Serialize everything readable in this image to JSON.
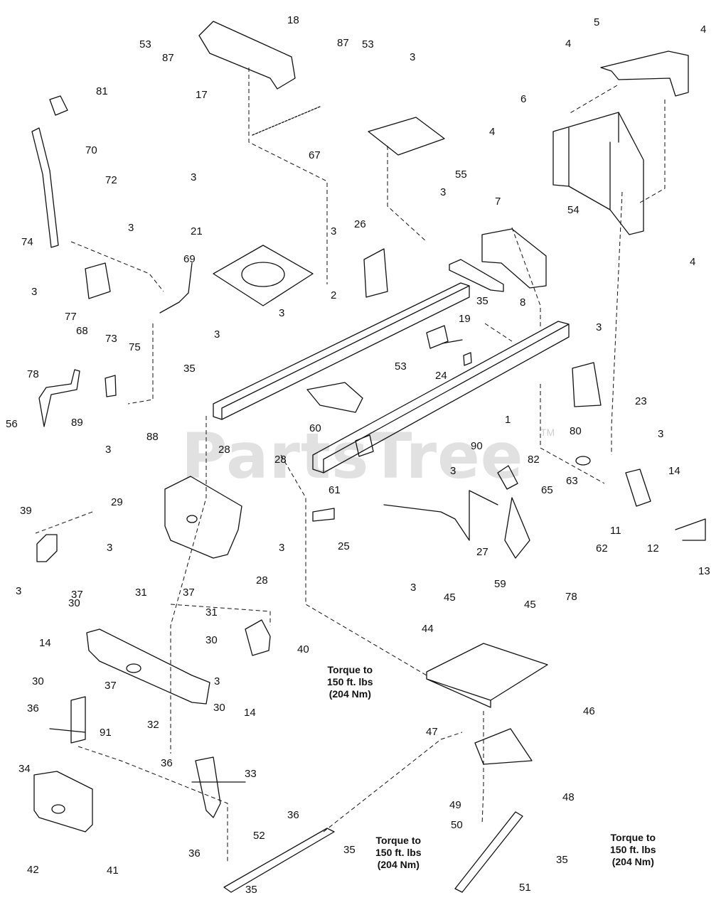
{
  "watermark": "PartsTree",
  "trademark": "TM",
  "torque_notes": [
    [
      "Torque to",
      "150 ft. lbs",
      "(204 Nm)"
    ],
    [
      "Torque to",
      "150 ft. lbs",
      "(204 Nm)"
    ],
    [
      "Torque to",
      "150 ft. lbs",
      "(204 Nm)"
    ]
  ],
  "labels": {
    "l53a": "53",
    "l87a": "87",
    "l18": "18",
    "l87b": "87",
    "l53b": "53",
    "l17": "17",
    "l67": "67",
    "l81": "81",
    "l70": "70",
    "l72": "72",
    "l74": "74",
    "l3a": "3",
    "l3b": "3",
    "l77": "77",
    "l68": "68",
    "l3c": "3",
    "l55": "55",
    "l5": "5",
    "l4a": "4",
    "l4b": "4",
    "l6": "6",
    "l4c": "4",
    "l4d": "4",
    "l54": "54",
    "l7": "7",
    "l3d": "3",
    "l8": "8",
    "l3e": "3",
    "l21": "21",
    "l69": "69",
    "l26": "26",
    "l3f": "3",
    "l2": "2",
    "l3g": "3",
    "l3h": "3",
    "l35a": "35",
    "l19": "19",
    "l35b": "35",
    "l3i": "3",
    "l23": "23",
    "l3j": "3",
    "l24": "24",
    "l73": "73",
    "l75": "75",
    "l78a": "78",
    "l56": "56",
    "l89": "89",
    "l88": "88",
    "l53c": "53",
    "l1": "1",
    "l60": "60",
    "l90": "90",
    "l80": "80",
    "l14a": "14",
    "l3k": "3",
    "l28a": "28",
    "l28b": "28",
    "l29": "29",
    "l39": "39",
    "l61": "61",
    "l3l": "3",
    "l82": "82",
    "l63": "63",
    "l65": "65",
    "l11": "11",
    "l12": "12",
    "l13": "13",
    "l62": "62",
    "l3m": "3",
    "l3n": "3",
    "l3o": "3",
    "l25": "25",
    "l27": "27",
    "l28c": "28",
    "l3p": "3",
    "l78b": "78",
    "l37a": "37",
    "l31a": "31",
    "l30a": "30",
    "l37b": "37",
    "l31b": "31",
    "l30b": "30",
    "l40": "40",
    "l3q": "3",
    "l14b": "14",
    "l30c": "30",
    "l36a": "36",
    "l37c": "37",
    "l91": "91",
    "l32": "32",
    "l45a": "45",
    "l59": "59",
    "l45b": "45",
    "l44": "44",
    "l46": "46",
    "l47": "47",
    "l30d": "30",
    "l14c": "14",
    "l36b": "36",
    "l34": "34",
    "l33": "33",
    "l48": "48",
    "l49": "49",
    "l50": "50",
    "l42": "42",
    "l41": "41",
    "l36c": "36",
    "l52": "52",
    "l36d": "36",
    "l35c": "35",
    "l35d": "35",
    "l35e": "35",
    "l51": "51"
  }
}
